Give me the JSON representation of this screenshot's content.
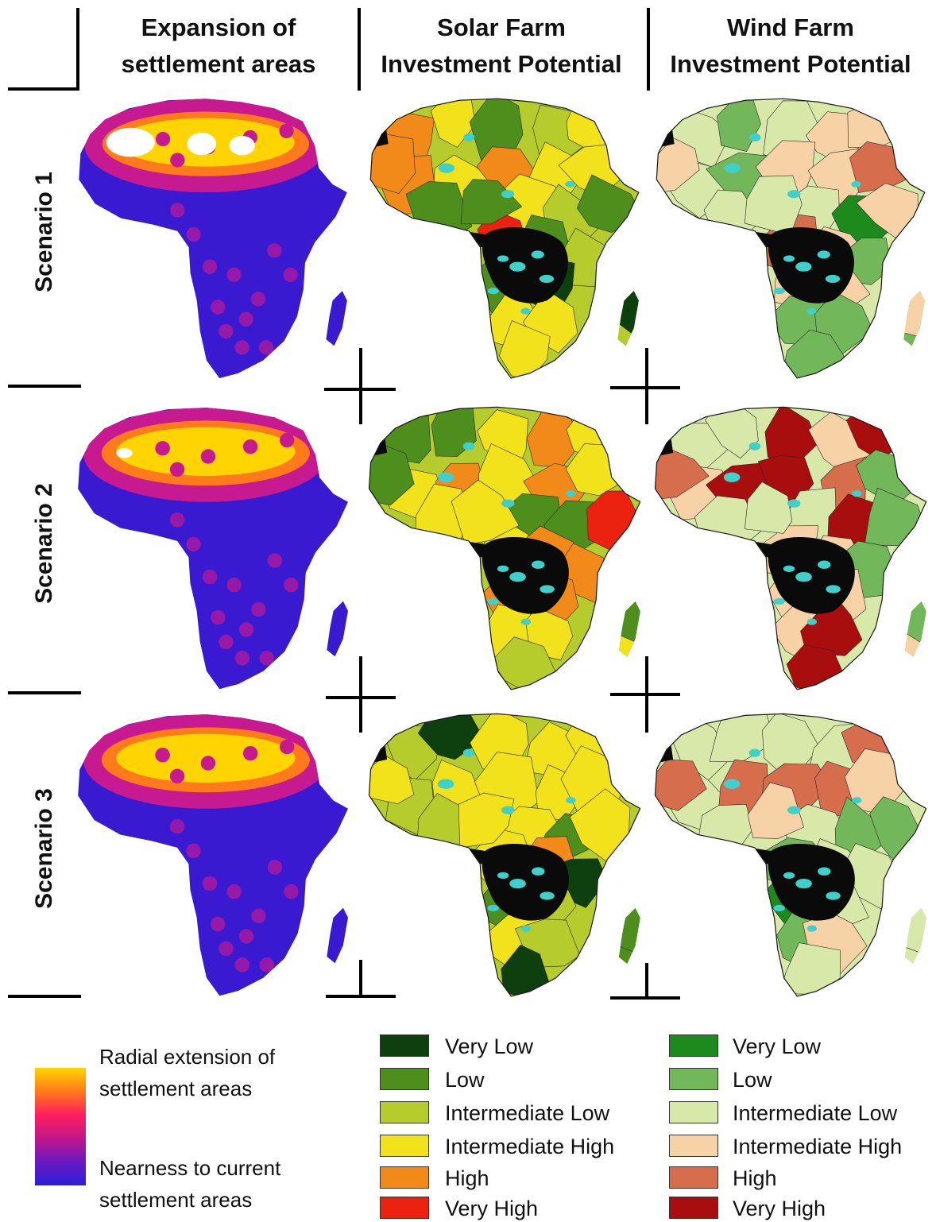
{
  "columns": [
    {
      "line1": "Expansion of",
      "line2": "settlement areas"
    },
    {
      "line1": "Solar Farm",
      "line2": "Investment Potential"
    },
    {
      "line1": "Wind Farm",
      "line2": "Investment Potential"
    }
  ],
  "rows": [
    "Scenario 1",
    "Scenario 2",
    "Scenario 3"
  ],
  "settlement_legend": {
    "top_line1": "Radial extension of",
    "top_line2": "settlement areas",
    "bottom_line1": "Nearness to current",
    "bottom_line2": "settlement areas",
    "gradient": [
      "#ffd400",
      "#ff7a1a",
      "#ff1d5e",
      "#c01889",
      "#6a19c4",
      "#2a1fd8"
    ]
  },
  "solar_legend": [
    {
      "label": "Very Low",
      "color": "#0e3f0e"
    },
    {
      "label": "Low",
      "color": "#4e8e1c"
    },
    {
      "label": "Intermediate Low",
      "color": "#b6cc2c"
    },
    {
      "label": "Intermediate High",
      "color": "#f2e21c"
    },
    {
      "label": "High",
      "color": "#f28a1a"
    },
    {
      "label": "Very High",
      "color": "#ec2210"
    }
  ],
  "wind_legend": [
    {
      "label": "Very Low",
      "color": "#1c8a1c"
    },
    {
      "label": "Low",
      "color": "#72b85a"
    },
    {
      "label": "Intermediate Low",
      "color": "#d8e8a8"
    },
    {
      "label": "Intermediate High",
      "color": "#f7d2a6"
    },
    {
      "label": "High",
      "color": "#d66e4e"
    },
    {
      "label": "Very High",
      "color": "#a80e0e"
    }
  ],
  "palette": {
    "settlement_base": "#3a1ad0",
    "settlement_mid": "#c81a90",
    "settlement_hot": "#ffd400",
    "settlement_white": "#ffffff",
    "forest_black": "#0a0a0a",
    "water_cyan": "#3fd0cc"
  }
}
